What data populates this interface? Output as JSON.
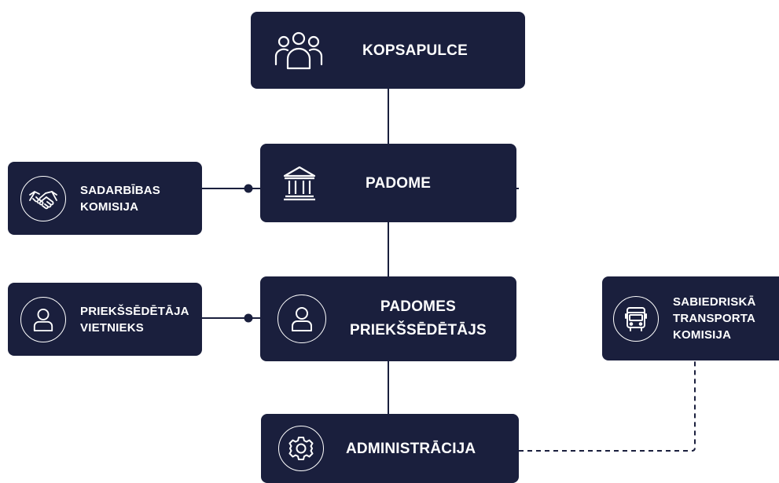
{
  "colors": {
    "node_bg": "#1a1f3d",
    "node_text": "#ffffff",
    "connector": "#1a1f3d",
    "background": "#ffffff"
  },
  "nodes": {
    "kopsapulce": {
      "label": "KOPSAPULCE",
      "icon": "people-group-icon"
    },
    "padome": {
      "label": "PADOME",
      "icon": "institution-building-icon"
    },
    "sadarbibas": {
      "line1": "SADARBĪBAS",
      "line2": "KOMISIJA",
      "icon": "handshake-icon"
    },
    "padomes_priekssedetajs": {
      "line1": "PADOMES",
      "line2": "PRIEKŠSĒDĒTĀJS",
      "icon": "user-icon"
    },
    "priekssedetaja_vietnieks": {
      "line1": "PRIEKŠSĒDĒTĀJA",
      "line2": "VIETNIEKS",
      "icon": "user-icon"
    },
    "administracija": {
      "label": "ADMINISTRĀCIJA",
      "icon": "gear-icon"
    },
    "transporta": {
      "line1": "SABIEDRISKĀ",
      "line2": "TRANSPORTA",
      "line3": "KOMISIJA",
      "icon": "bus-icon"
    }
  }
}
